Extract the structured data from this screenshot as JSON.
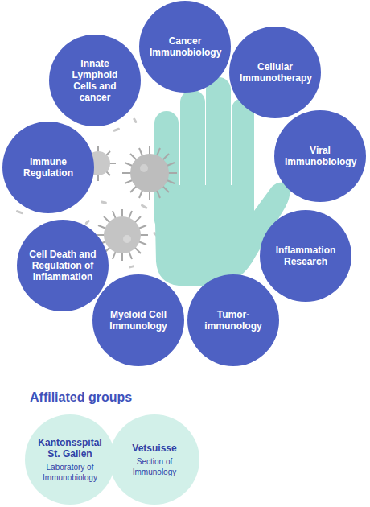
{
  "diagram": {
    "nodes": [
      {
        "text": [
          "Cancer Immunobiology"
        ]
      },
      {
        "text": [
          "Cellular Immunotherapy"
        ]
      },
      {
        "text": [
          "Viral Immunobiology"
        ]
      },
      {
        "text": [
          "Inflammation Research"
        ]
      },
      {
        "text": [
          "Tumor-immunology"
        ]
      },
      {
        "text": [
          "Myeloid Cell Immunology"
        ]
      },
      {
        "text": [
          "Cell Death and Regulation of Inflammation"
        ]
      },
      {
        "text": [
          "Immune Regulation"
        ]
      },
      {
        "text": [
          "Innate Lymphoid Cells and cancer"
        ]
      },
      {
        "text": [
          "Kantonsspital St. Gallen",
          "Laboratory of Immunobiology"
        ]
      },
      {
        "text": [
          "Vetsuisse",
          "Section of Immunology"
        ]
      }
    ],
    "labels": [
      "Affiliated groups"
    ]
  }
}
